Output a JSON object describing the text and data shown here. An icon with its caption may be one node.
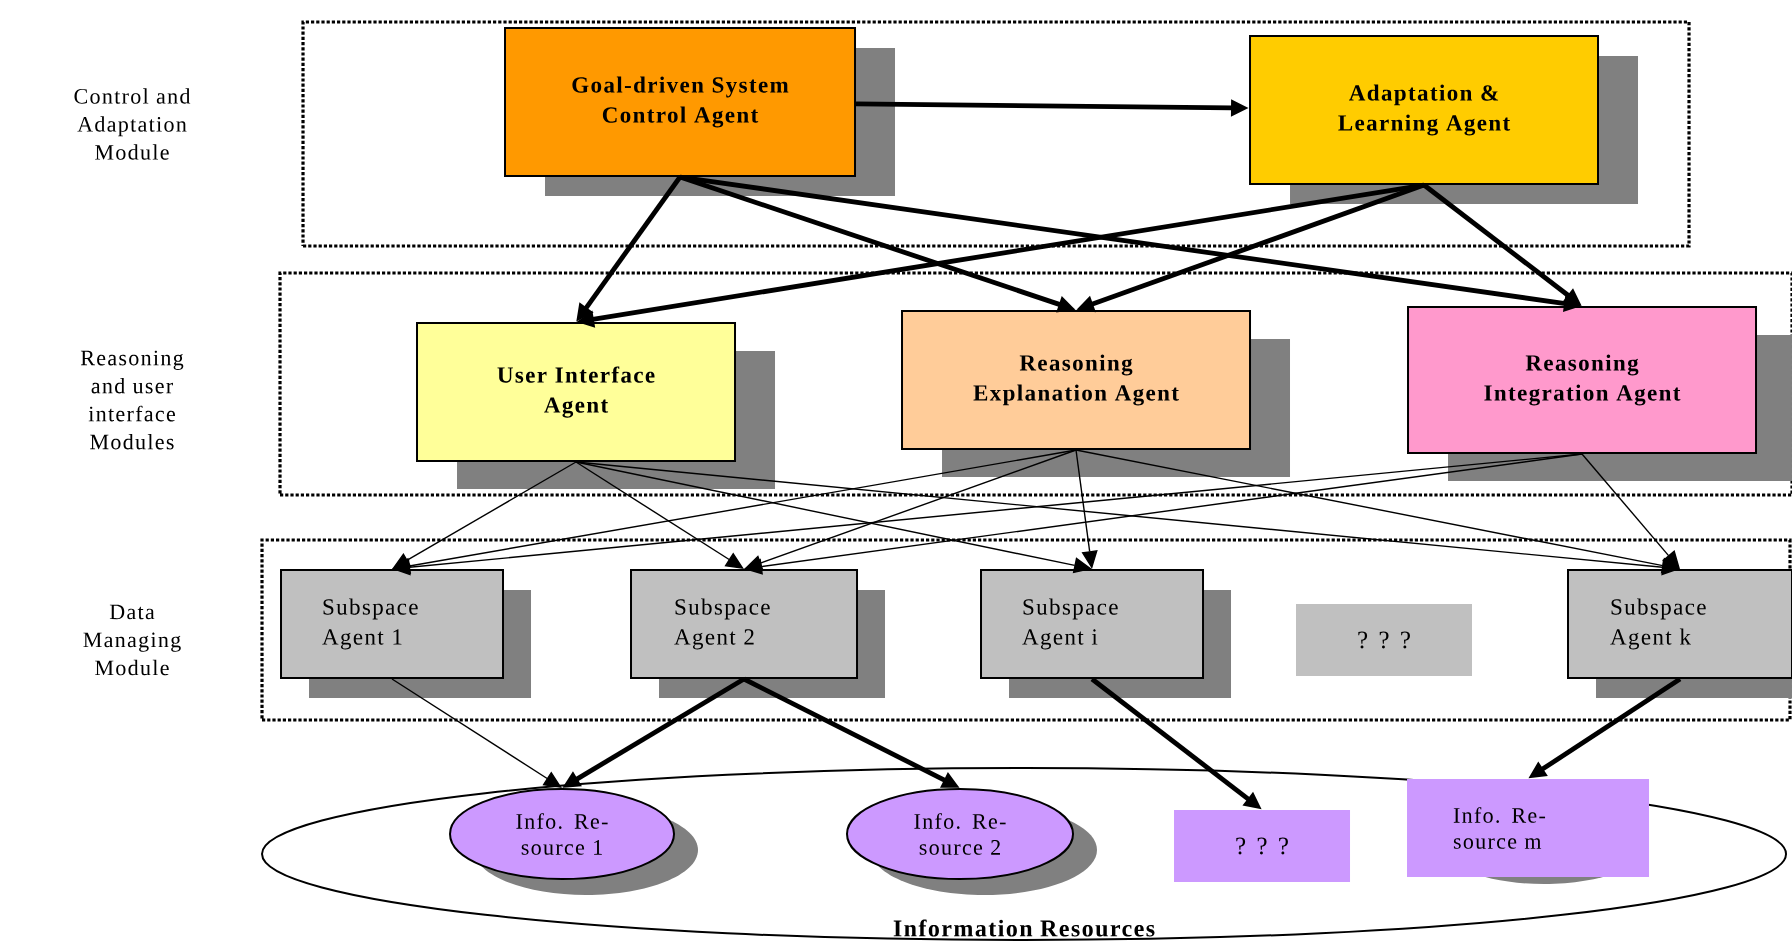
{
  "diagram": {
    "nodes": [
      {
        "text": [],
        "shape": "box"
      },
      {
        "text": [
          "Goal-driven System Control Agent"
        ],
        "in": 0
      },
      {
        "text": [
          "Adaptation & Learning Agent"
        ],
        "in": 0
      },
      {
        "text": [],
        "shape": "box"
      },
      {
        "text": [
          "User Interface Agent"
        ],
        "in": 3
      },
      {
        "text": [
          "Reasoning Explanation Agent"
        ],
        "in": 3
      },
      {
        "text": [
          "Reasoning Integration Agent"
        ],
        "in": 3
      },
      {
        "text": [],
        "shape": "box"
      },
      {
        "text": [
          "Subspace Agent 1"
        ],
        "in": 7
      },
      {
        "text": [
          "Subspace Agent 2"
        ],
        "in": 7
      },
      {
        "text": [
          "Subspace Agent i"
        ],
        "in": 7
      },
      {
        "text": [
          "? ? ?"
        ],
        "in": 7
      },
      {
        "text": [
          "Subspace Agent k"
        ],
        "in": 7
      },
      {
        "text": [
          "Information Resources"
        ]
      },
      {
        "text": [
          "Info. Re- source 1"
        ],
        "in": 13
      },
      {
        "text": [
          "Info. Re- source 2"
        ],
        "in": 13
      },
      {
        "text": [
          "? ? ?"
        ],
        "in": 13
      },
      {
        "text": [
          "Info. Re- source m"
        ],
        "in": 13
      }
    ],
    "edges": [
      {
        "from": 1,
        "to": 2,
        "arrow": "to",
        "style": "thick"
      },
      {
        "from": 1,
        "to": 4,
        "arrow": "to",
        "style": "thick"
      },
      {
        "from": 1,
        "to": 5,
        "arrow": "to",
        "style": "thick"
      },
      {
        "from": 1,
        "to": 6,
        "arrow": "to",
        "style": "thick"
      },
      {
        "from": 2,
        "to": 4,
        "arrow": "to",
        "style": "thick"
      },
      {
        "from": 2,
        "to": 5,
        "arrow": "to",
        "style": "thick"
      },
      {
        "from": 2,
        "to": 6,
        "arrow": "to",
        "style": "thick"
      },
      {
        "from": 4,
        "to": 8,
        "arrow": "to"
      },
      {
        "from": 4,
        "to": 9,
        "arrow": "to"
      },
      {
        "from": 4,
        "to": 10,
        "arrow": "to"
      },
      {
        "from": 4,
        "to": 12,
        "arrow": "to"
      },
      {
        "from": 5,
        "to": 8,
        "arrow": "to"
      },
      {
        "from": 5,
        "to": 9,
        "arrow": "to"
      },
      {
        "from": 5,
        "to": 10,
        "arrow": "to"
      },
      {
        "from": 5,
        "to": 12,
        "arrow": "to"
      },
      {
        "from": 6,
        "to": 8,
        "arrow": "to"
      },
      {
        "from": 6,
        "to": 9,
        "arrow": "to"
      },
      {
        "from": 6,
        "to": 12,
        "arrow": "to"
      },
      {
        "from": 8,
        "to": 14,
        "arrow": "to"
      },
      {
        "from": 9,
        "to": 14,
        "arrow": "to",
        "style": "thick"
      },
      {
        "from": 9,
        "to": 15,
        "arrow": "to",
        "style": "thick"
      },
      {
        "from": 10,
        "to": 16,
        "arrow": "to",
        "style": "thick"
      },
      {
        "from": 12,
        "to": 17,
        "arrow": "to",
        "style": "thick"
      }
    ],
    "labels": [
      "Control and Adaptation Module",
      "Reasoning and user interface Modules",
      "Data Managing Module"
    ]
  }
}
